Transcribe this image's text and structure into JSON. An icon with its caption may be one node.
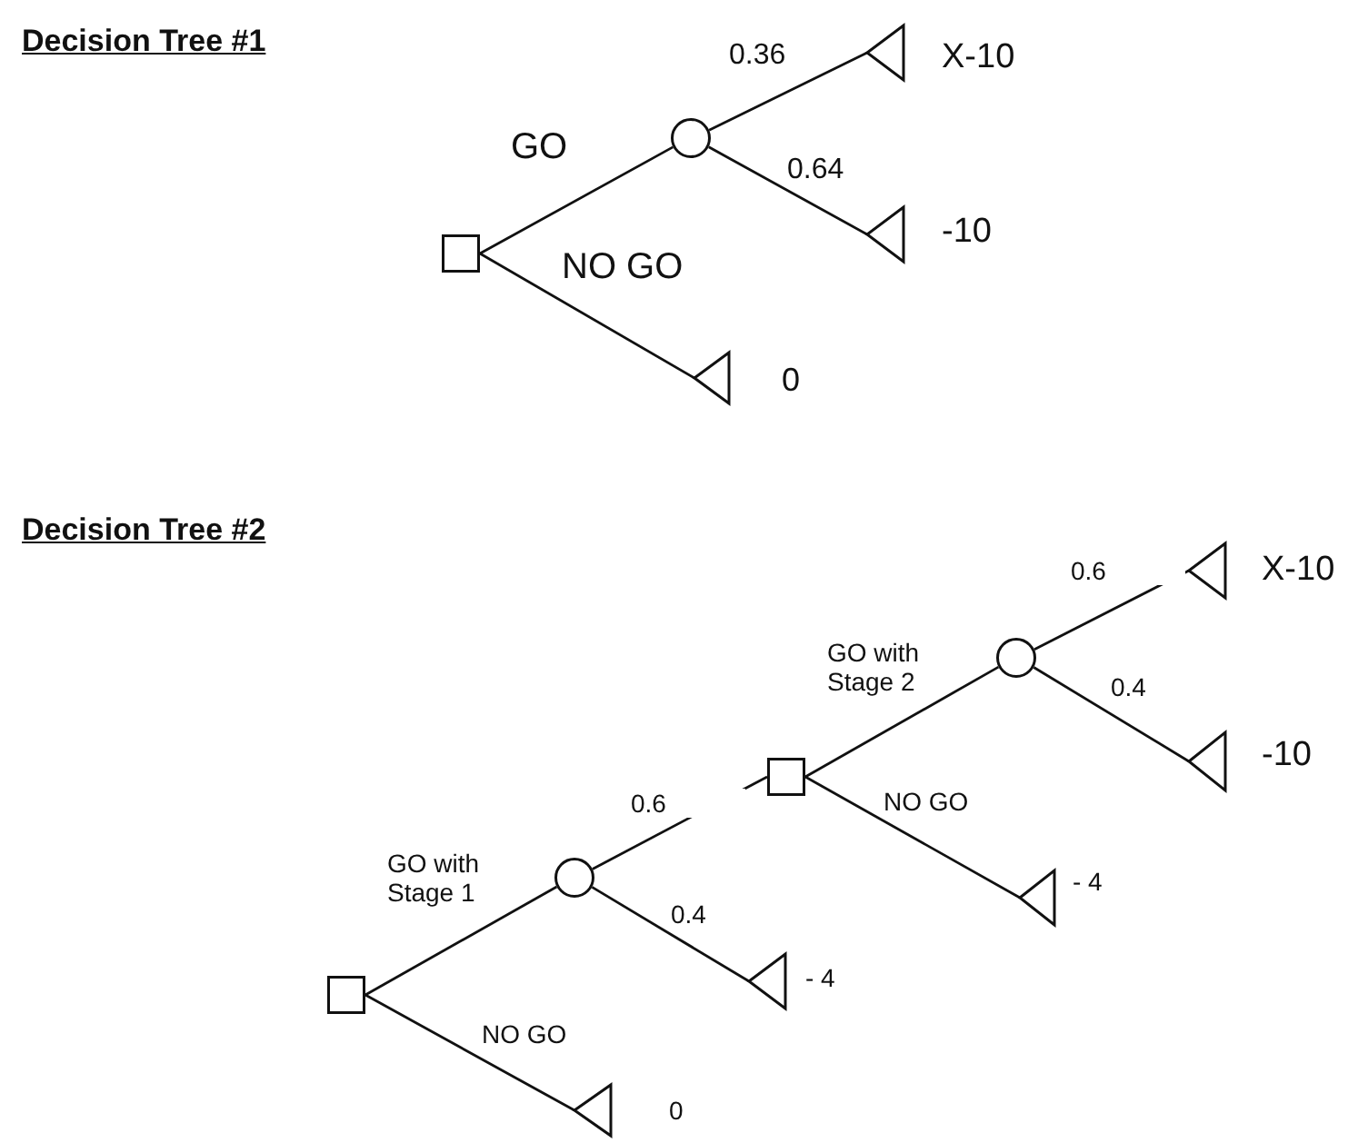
{
  "diagram": {
    "nodes": [
      {
        "text": [],
        "shape": "box"
      },
      {
        "text": [],
        "shape": "circle"
      },
      {
        "text": [],
        "shape": "triangle",
        "beside": [
          "X-10"
        ]
      },
      {
        "text": [],
        "shape": "triangle",
        "beside": [
          "-10"
        ]
      },
      {
        "text": [],
        "shape": "triangle",
        "beside": [
          "0"
        ]
      },
      {
        "text": [],
        "shape": "box"
      },
      {
        "text": [],
        "shape": "circle"
      },
      {
        "text": [],
        "shape": "box"
      },
      {
        "text": [],
        "shape": "circle"
      },
      {
        "text": [],
        "shape": "triangle",
        "beside": [
          "X-10"
        ]
      },
      {
        "text": [],
        "shape": "triangle",
        "beside": [
          "-10"
        ]
      },
      {
        "text": [],
        "shape": "triangle",
        "beside": [
          "- 4"
        ]
      },
      {
        "text": [],
        "shape": "triangle",
        "beside": [
          "- 4"
        ]
      },
      {
        "text": [],
        "shape": "triangle",
        "beside": [
          "0"
        ]
      }
    ],
    "edges": [
      {
        "from": 0,
        "to": 1,
        "arrow": "none",
        "label": "GO"
      },
      {
        "from": 1,
        "to": 2,
        "arrow": "none",
        "label": "0.36"
      },
      {
        "from": 1,
        "to": 3,
        "arrow": "none",
        "label": "0.64"
      },
      {
        "from": 0,
        "to": 4,
        "arrow": "none",
        "label": "NO GO"
      },
      {
        "from": 5,
        "to": 6,
        "arrow": "none",
        "label": "GO with Stage 1"
      },
      {
        "from": 6,
        "to": 7,
        "arrow": "none",
        "label": "0.6"
      },
      {
        "from": 6,
        "to": 12,
        "arrow": "none",
        "label": "0.4"
      },
      {
        "from": 7,
        "to": 8,
        "arrow": "none",
        "label": "GO with Stage 2"
      },
      {
        "from": 8,
        "to": 9,
        "arrow": "none",
        "label": "0.6"
      },
      {
        "from": 8,
        "to": 10,
        "arrow": "none",
        "label": "0.4"
      },
      {
        "from": 7,
        "to": 11,
        "arrow": "none",
        "label": "NO GO"
      },
      {
        "from": 5,
        "to": 13,
        "arrow": "none",
        "label": "NO GO"
      }
    ],
    "labels": [
      "Decision Tree #1",
      "Decision Tree #2"
    ]
  }
}
